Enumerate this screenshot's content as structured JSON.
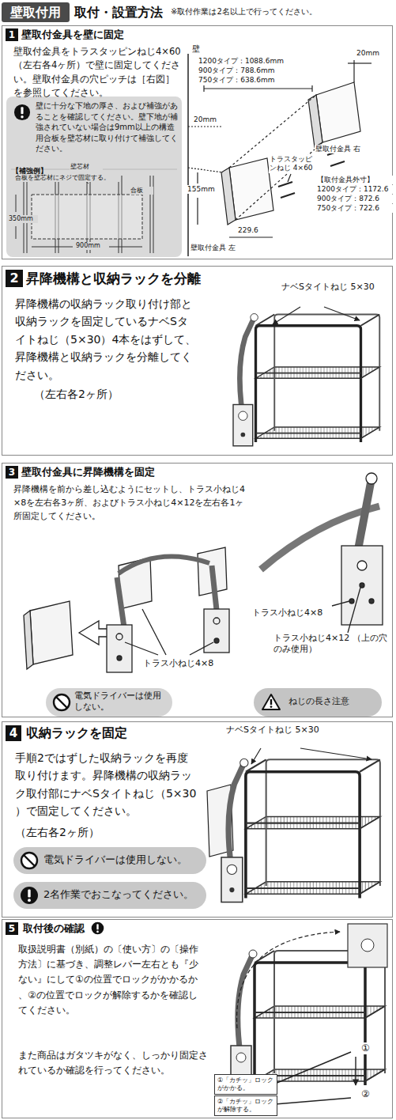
{
  "diagram": {
    "title": "取付・設置方法",
    "nodes": [
      {
        "text": [
          "壁取付用"
        ]
      },
      {
        "text": [
          "壁取付金具を壁に固定",
          "壁取付金具をトラスタッピンねじ4×60（左右各4ヶ所）で壁に固定してください。壁取付金具の穴ピッチは［右図］を参照してください。"
        ]
      },
      {
        "text": [
          "1"
        ],
        "in": 1
      },
      {
        "text": [
          "壁に十分な下地の厚さ、および補強があることを確認してください。壁下地が補強されていない場合は9mm以上の構造用合板を壁芯材に取り付けて補強してください。",
          "【補強例】"
        ],
        "in": 1
      },
      {
        "text": [
          "昇降機構と収納ラックを分離",
          "昇降機構の収納ラック取り付け部と収納ラックを固定しているナベSタイトねじ（5×30）4本をはずして、昇降機構と収納ラックを分離してください。",
          "（左右各2ヶ所）"
        ]
      },
      {
        "text": [
          "2"
        ],
        "in": 4
      },
      {
        "text": [
          "壁取付金具に昇降機構を固定",
          "昇降機構を前から差し込むようにセットし、トラス小ねじ4×8を左右各3ヶ所、およびトラス小ねじ4×12を左右各1ヶ所固定してください。"
        ]
      },
      {
        "text": [
          "3"
        ],
        "in": 6
      },
      {
        "text": [
          "電気ドライバーは使用しない。"
        ],
        "in": 6
      },
      {
        "text": [
          "ねじの長さ注意"
        ],
        "in": 6
      },
      {
        "text": [
          "収納ラックを固定",
          "手順2ではずした収納ラックを再度取り付けます。昇降機構の収納ラック取付部にナベSタイトねじ（5×30）で固定してください。",
          "（左右各2ヶ所）"
        ]
      },
      {
        "text": [
          "4"
        ],
        "in": 10
      },
      {
        "text": [
          "電気ドライバーは使用しない。"
        ],
        "in": 10
      },
      {
        "text": [
          "2名作業でおこなってください。"
        ],
        "in": 10
      },
      {
        "text": [
          "取付後の確認",
          "取扱説明書（別紙）の〔使い方〕の〔操作方法〕に基づき、調整レバー左右とも『少ない』にして①の位置でロックがかかるか、②の位置でロックが解除するかを確認してください。",
          "また商品はガタツキがなく、しっかり固定されているか確認を行ってください。"
        ]
      },
      {
        "text": [
          "5"
        ],
        "in": 14
      },
      {
        "text": [
          "①「カチッ」ロックがかかる。"
        ],
        "in": 14
      },
      {
        "text": [
          "②「カチッ」ロックが解除する。"
        ],
        "in": 14
      }
    ],
    "labels": [
      "※取付作業は2名以上で行ってください。",
      "壁",
      "20mm",
      "1200タイプ：1088.6mm",
      "900タイプ：788.6mm",
      "750タイプ：638.6mm",
      "壁取付金具 右",
      "20mm",
      "トラスタッピンねじ 4×60",
      "【取付金具外寸】",
      "1200タイプ：1172.6",
      "900タイプ：872.6",
      "750タイプ：722.6",
      "155mm",
      "壁取付金具 左",
      "229.6",
      "壁芯材",
      "合板を壁芯材にネジで固定する。",
      "合板",
      "350mm",
      "900mm",
      "ナベSタイトねじ 5×30",
      "トラス小ねじ4×8",
      "トラス小ねじ4×8",
      "トラス小ねじ4×12 （上の穴のみ使用）",
      "ナベSタイトねじ 5×30",
      "①",
      "②"
    ]
  }
}
